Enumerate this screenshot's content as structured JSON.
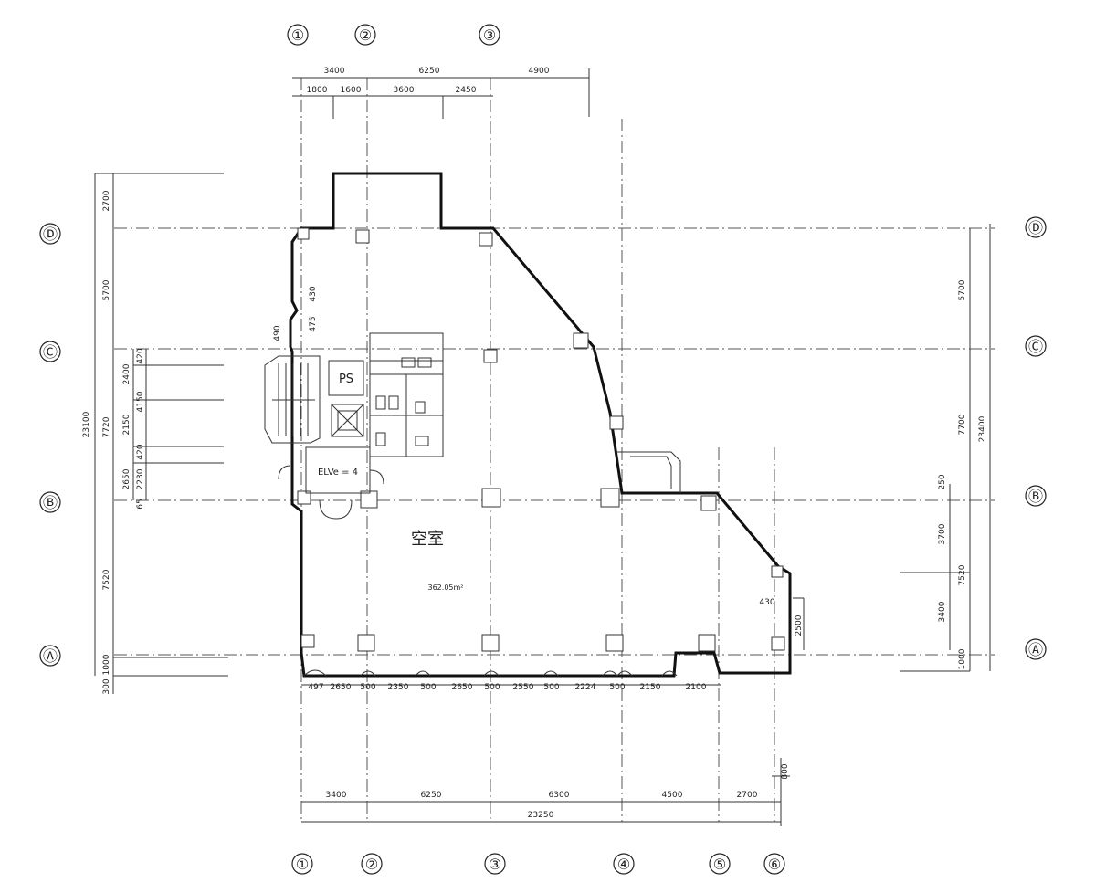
{
  "grid": {
    "top_labels": [
      "①",
      "②",
      "③"
    ],
    "bottom_labels": [
      "①",
      "②",
      "③",
      "④",
      "⑤",
      "⑥"
    ],
    "left_labels": [
      "Ⓓ",
      "Ⓒ",
      "Ⓑ",
      "Ⓐ"
    ],
    "right_labels": [
      "Ⓓ",
      "Ⓒ",
      "Ⓑ",
      "Ⓐ"
    ]
  },
  "top_dims": {
    "row1": [
      "3400",
      "6250",
      "4900"
    ],
    "row2": [
      "1800",
      "1600",
      "3600",
      "2450"
    ]
  },
  "bottom_dims": {
    "row1": [
      "3400",
      "6250",
      "6300",
      "4500",
      "2700"
    ],
    "total": "23250",
    "side": "800",
    "wall_row": [
      "497",
      "2650",
      "500",
      "2350",
      "500",
      "2650",
      "500",
      "2550",
      "500",
      "2224",
      "500",
      "2150",
      "2100"
    ]
  },
  "left_dims": {
    "total": "23100",
    "outer": [
      "2700",
      "5700",
      "7720",
      "7520",
      "1000",
      "300"
    ],
    "inner": [
      "2400",
      "2150",
      "2650"
    ],
    "fine": [
      "420",
      "4150",
      "420",
      "2230",
      "65"
    ]
  },
  "right_dims": {
    "total": "23400",
    "outer": [
      "5700",
      "7700",
      "7520",
      "1000"
    ],
    "inner": [
      "250",
      "3700",
      "3400",
      "2500"
    ]
  },
  "room_labels": {
    "vacant": "空室",
    "area": "362.05m²",
    "ps": "PS",
    "elevator": "ELVe = 4"
  },
  "wall_notes": [
    "430",
    "490",
    "475",
    "430"
  ]
}
